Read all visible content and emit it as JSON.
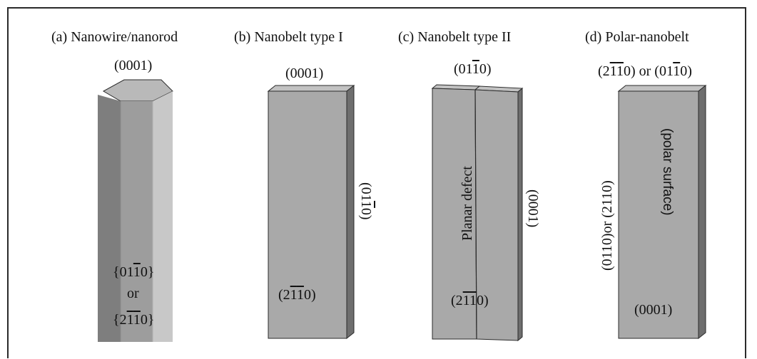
{
  "panels": [
    {
      "id": "a",
      "title": "(a) Nanowire/nanorod",
      "top_face": "(0001)",
      "side_face_1": "{01",
      "side_face_1_bar": "1",
      "side_face_1_end": "0}",
      "or": "or",
      "side_face_2": "{2",
      "side_face_2_bar1": "1",
      "side_face_2_bar2": "1",
      "side_face_2_end": "0}"
    },
    {
      "id": "b",
      "title": "(b) Nanobelt type I",
      "top_face": "(0001)",
      "side_face": "(01",
      "side_face_bar": "1",
      "side_face_end": "0)",
      "front_face": "(2",
      "front_face_bar1": "1",
      "front_face_bar2": "1",
      "front_face_end": "0)"
    },
    {
      "id": "c",
      "title": "(c) Nanobelt type II",
      "top_face": "(01",
      "top_face_bar": "1",
      "top_face_end": "0)",
      "defect_label": "Planar defect",
      "side_face": "(0001)",
      "front_face": "(2",
      "front_face_bar1": "1",
      "front_face_bar2": "1",
      "front_face_end": "0)"
    },
    {
      "id": "d",
      "title": "(d) Polar-nanobelt",
      "top_face_1": "(2",
      "top_face_1_bar1": "1",
      "top_face_1_bar2": "1",
      "top_face_1_end": "0)",
      "top_or": " or ",
      "top_face_2": "(01",
      "top_face_2_bar": "1",
      "top_face_2_end": "0)",
      "polar_label": "(polar surface)",
      "left_face": "(0110)or (2110)",
      "bottom_face": "(0001)"
    }
  ],
  "colors": {
    "hex_left": "#7c7c7c",
    "hex_mid": "#9b9b9b",
    "hex_right": "#c6c6c6",
    "hex_top": "#b9b9b9",
    "belt_front": "#a8a8a8",
    "belt_top": "#c2c2c2",
    "belt_side": "#6e6e6e",
    "outline": "#2b2b2b"
  }
}
